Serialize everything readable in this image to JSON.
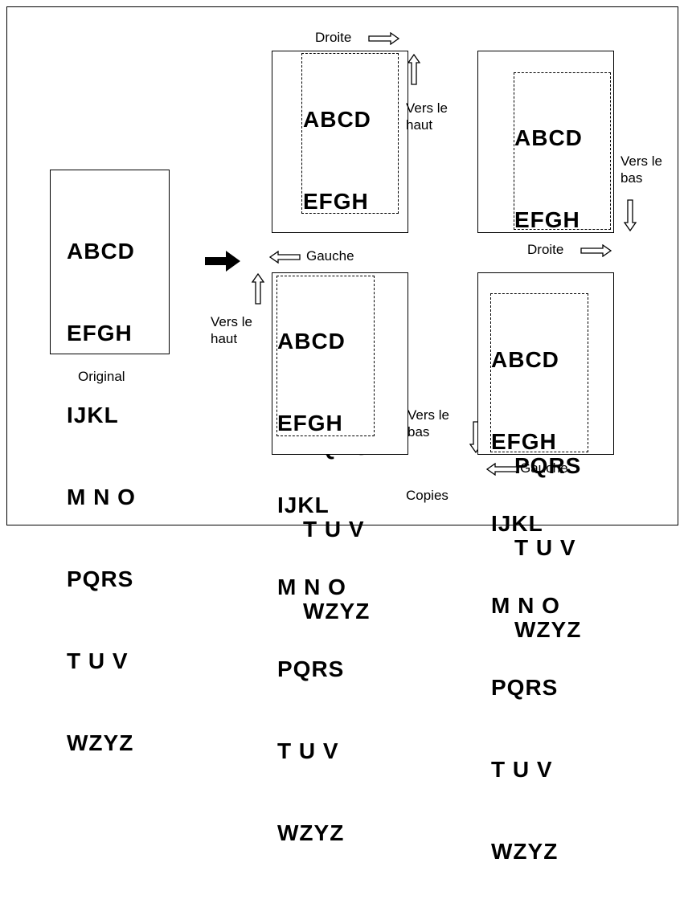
{
  "letter_rows": [
    "ABCD",
    "EFGH",
    "IJKL",
    "M N O",
    "PQRS",
    "T U V",
    "WZYZ"
  ],
  "labels": {
    "original": "Original",
    "copies": "Copies",
    "droite": "Droite",
    "gauche": "Gauche",
    "vers_le_haut_1": "Vers le",
    "vers_le_haut_2": "haut",
    "vers_le_bas_1": "Vers le",
    "vers_le_bas_2": "bas"
  },
  "icons": {
    "transform_arrow": "right-filled-arrow",
    "direction_arrow": "outline-arrow"
  }
}
